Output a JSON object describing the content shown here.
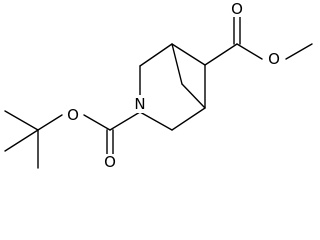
{
  "molecule": {
    "atoms": {
      "nitrogen": "N",
      "oxygen_ester_carbonyl": "O",
      "oxygen_ester_methoxy": "O",
      "oxygen_boc_ether": "O",
      "oxygen_boc_carbonyl": "O"
    }
  }
}
